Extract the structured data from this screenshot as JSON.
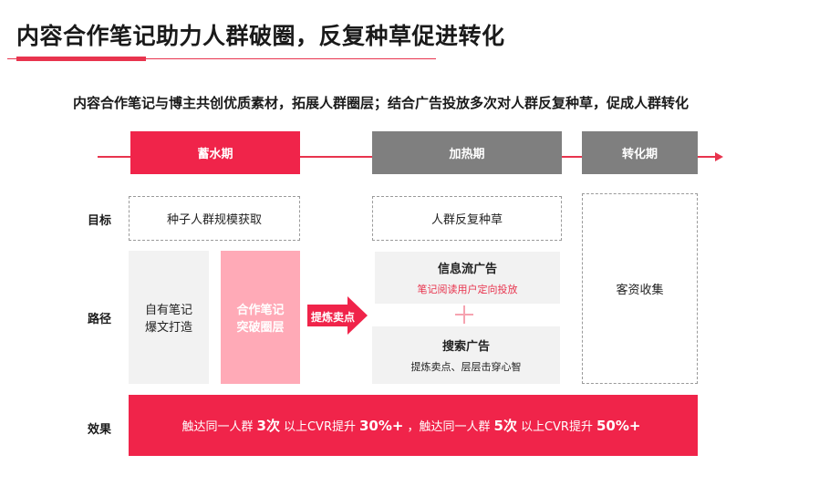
{
  "title": "内容合作笔记助力人群破圈，反复种草促进转化",
  "subtitle": "内容合作笔记与博主共创优质素材，拓展人群圈层；结合广告投放多次对人群反复种草，促成人群转化",
  "phases": {
    "p1": "蓄水期",
    "p2": "加热期",
    "p3": "转化期"
  },
  "rows": {
    "goal": "目标",
    "path": "路径",
    "effect": "效果"
  },
  "goals": {
    "g1": "种子人群规模获取",
    "g2": "人群反复种草",
    "g3": "客资收集"
  },
  "path": {
    "own_note_line1": "自有笔记",
    "own_note_line2": "爆文打造",
    "coop_line1": "合作笔记",
    "coop_line2": "突破圈层",
    "arrow_label": "提炼卖点",
    "feed_title": "信息流广告",
    "feed_sub": "笔记阅读用户定向投放",
    "search_title": "搜索广告",
    "search_sub": "提炼卖点、层层击穿心智"
  },
  "effect": {
    "part1": "触达同一人群",
    "num1": "3次",
    "part2": "以上CVR提升",
    "pct1": "30%+",
    "sep": "，",
    "part3": "触达同一人群",
    "num2": "5次",
    "part4": "以上CVR提升",
    "pct2": "50%+"
  },
  "colors": {
    "accent": "#f0244a",
    "grey_phase": "#7f7f7f",
    "pink_box": "#ffaab7",
    "light_grey": "#f2f2f2"
  }
}
